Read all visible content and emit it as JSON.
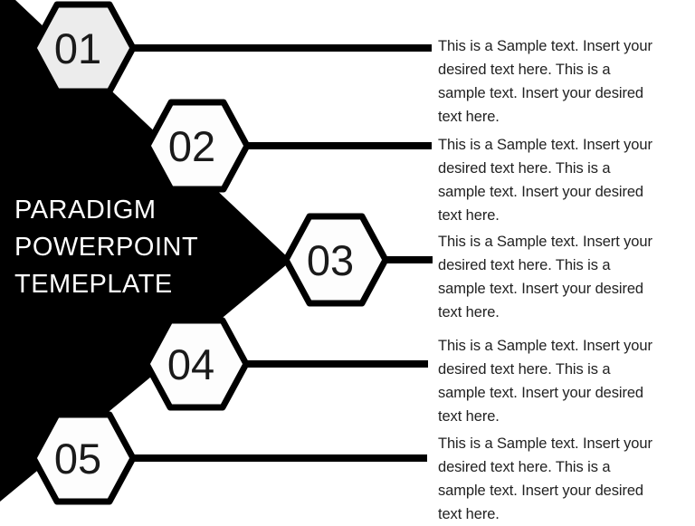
{
  "slide": {
    "title_lines": [
      "PARADIGM",
      "POWERPOINT",
      "TEMEPLATE"
    ],
    "colors": {
      "background": "#ffffff",
      "accent_shape": "#000000",
      "hex_fill_step1": "#ececec",
      "hex_fill_default": "#fdfdfd",
      "hex_border": "#000000",
      "connector": "#000000",
      "number_text": "#1a1a1a",
      "body_text": "#222222",
      "title_text": "#ffffff"
    },
    "steps": [
      {
        "number": "01",
        "lines": [
          "This is a Sample text. Insert your",
          "desired text here. This is a",
          "sample text. Insert your desired",
          "text here."
        ]
      },
      {
        "number": "02",
        "lines": [
          "This is a Sample text. Insert your",
          "desired text here. This is a",
          "sample text. Insert your desired",
          "text here."
        ]
      },
      {
        "number": "03",
        "lines": [
          "This is a Sample text. Insert your",
          "desired text here. This is a",
          "sample text. Insert your desired",
          "text here."
        ]
      },
      {
        "number": "04",
        "lines": [
          "This is a Sample text. Insert your",
          "desired text here. This is a",
          "sample text. Insert your desired",
          "text here."
        ]
      },
      {
        "number": "05",
        "lines": [
          "This is a Sample text. Insert your",
          "desired text here. This is a",
          "sample text. Insert your desired",
          "text here."
        ]
      }
    ]
  }
}
